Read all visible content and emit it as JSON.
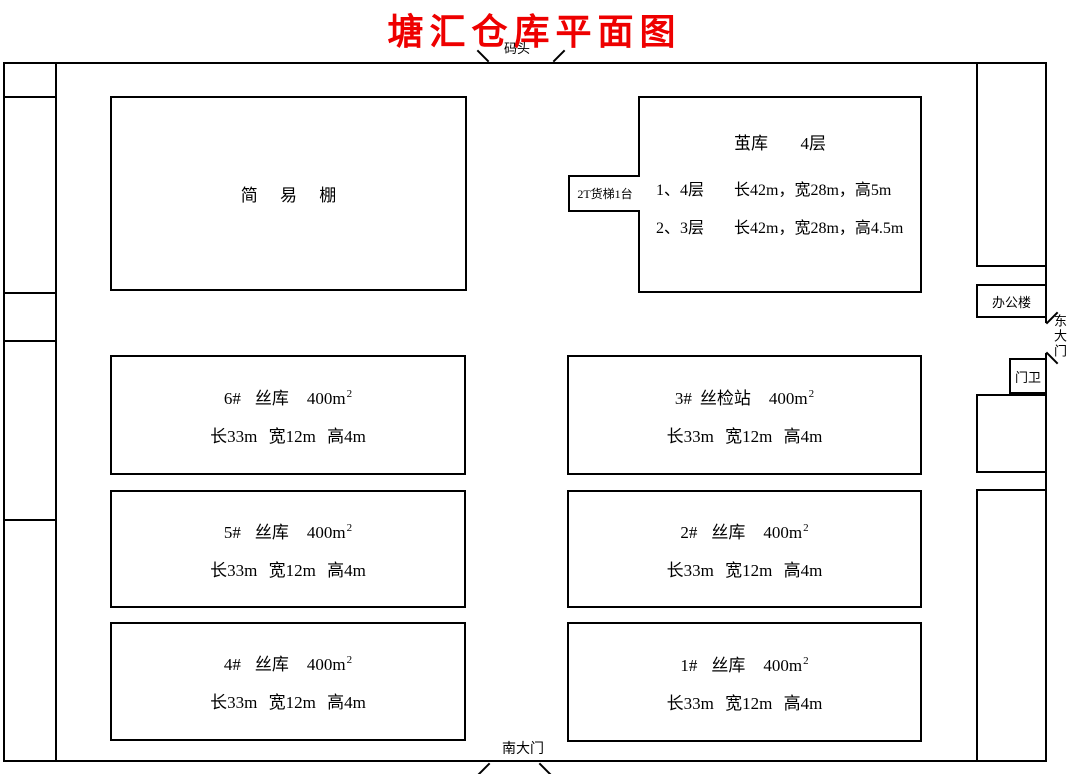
{
  "title": "塘汇仓库平面图",
  "colors": {
    "title_red": "#ee0000",
    "line": "#000000"
  },
  "labels": {
    "dock": "码头",
    "south_gate": "南大门",
    "east_gate": "东大门",
    "office": "办公楼",
    "guard": "门卫"
  },
  "shed": {
    "label": "简 易 棚"
  },
  "cocoon": {
    "name": "茧库",
    "floors": "4层",
    "spec1_label": "1、4层",
    "spec1_text": "长42m，宽28m，高5m",
    "spec2_label": "2、3层",
    "spec2_text": "长42m，宽28m，高4.5m",
    "elevator": "2T货梯1台"
  },
  "rooms": [
    {
      "num": "6#",
      "name": "丝库",
      "area": "400m",
      "area_sup": "2",
      "dims": "长33m 宽12m 高4m"
    },
    {
      "num": "3#",
      "name": "丝检站",
      "area": "400m",
      "area_sup": "2",
      "dims": "长33m 宽12m 高4m"
    },
    {
      "num": "5#",
      "name": "丝库",
      "area": "400m",
      "area_sup": "2",
      "dims": "长33m 宽12m 高4m"
    },
    {
      "num": "2#",
      "name": "丝库",
      "area": "400m",
      "area_sup": "2",
      "dims": "长33m 宽12m 高4m"
    },
    {
      "num": "4#",
      "name": "丝库",
      "area": "400m",
      "area_sup": "2",
      "dims": "长33m 宽12m 高4m"
    },
    {
      "num": "1#",
      "name": "丝库",
      "area": "400m",
      "area_sup": "2",
      "dims": "长33m 宽12m 高4m"
    }
  ]
}
